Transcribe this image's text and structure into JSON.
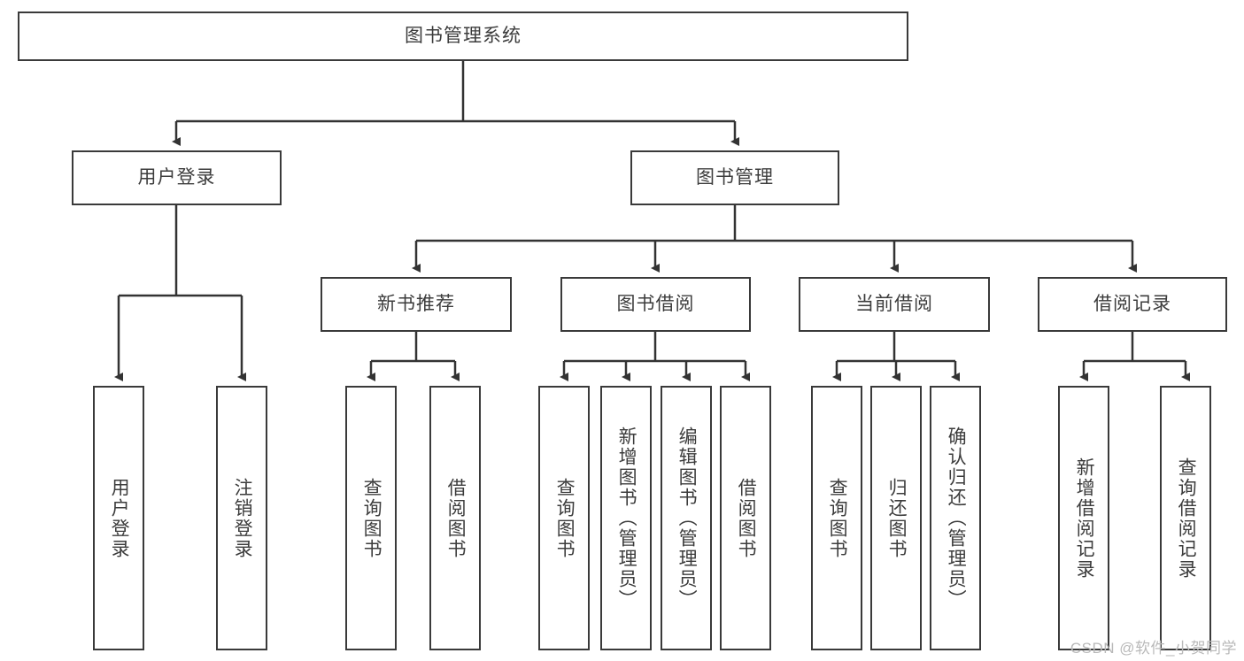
{
  "diagram": {
    "title": "图书管理系统",
    "watermark": "CSDN @软件_小贺同学",
    "colors": {
      "box_border": "#3a3a3a",
      "box_fill": "#ffffff",
      "edge": "#333333",
      "text": "#3c3c3c",
      "watermark": "#b9b9b9",
      "background": "#ffffff"
    },
    "root": {
      "label": "图书管理系统"
    },
    "level1": [
      {
        "label": "用户登录"
      },
      {
        "label": "图书管理"
      }
    ],
    "level2": [
      {
        "label": "新书推荐"
      },
      {
        "label": "图书借阅"
      },
      {
        "label": "当前借阅"
      },
      {
        "label": "借阅记录"
      }
    ],
    "leaves": {
      "user_login": [
        {
          "label": "用户登录"
        },
        {
          "label": "注销登录"
        }
      ],
      "new_book_recommend": [
        {
          "label": "查询图书"
        },
        {
          "label": "借阅图书"
        }
      ],
      "book_borrow": [
        {
          "label": "查询图书"
        },
        {
          "label": "新增图书（管理员）"
        },
        {
          "label": "编辑图书（管理员）"
        },
        {
          "label": "借阅图书"
        }
      ],
      "current_borrow": [
        {
          "label": "查询图书"
        },
        {
          "label": "归还图书"
        },
        {
          "label": "确认归还（管理员）"
        }
      ],
      "borrow_record": [
        {
          "label": "新增借阅记录"
        },
        {
          "label": "查询借阅记录"
        }
      ]
    }
  }
}
